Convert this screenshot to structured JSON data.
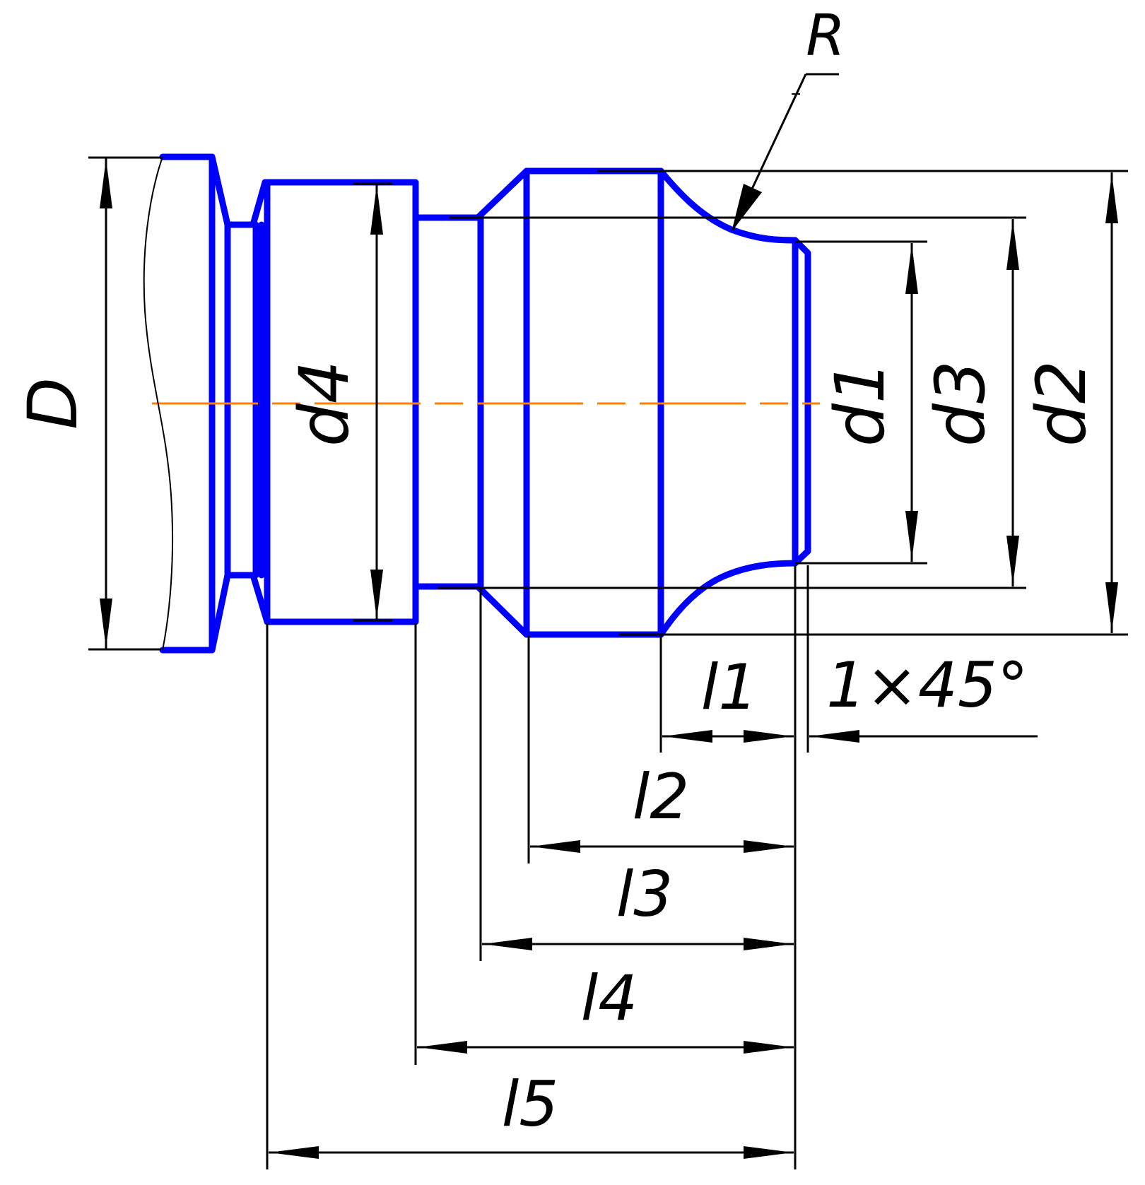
{
  "labels": {
    "D": "D",
    "d4": "d4",
    "d1": "d1",
    "d3": "d3",
    "d2": "d2",
    "R": "R",
    "chamfer": "1×45°",
    "l1": "l1",
    "l2": "l2",
    "l3": "l3",
    "l4": "l4",
    "l5": "l5"
  },
  "colors": {
    "part_outline": "#0000ff",
    "center_line": "#ff7f00",
    "dimension_lines": "#000000"
  }
}
